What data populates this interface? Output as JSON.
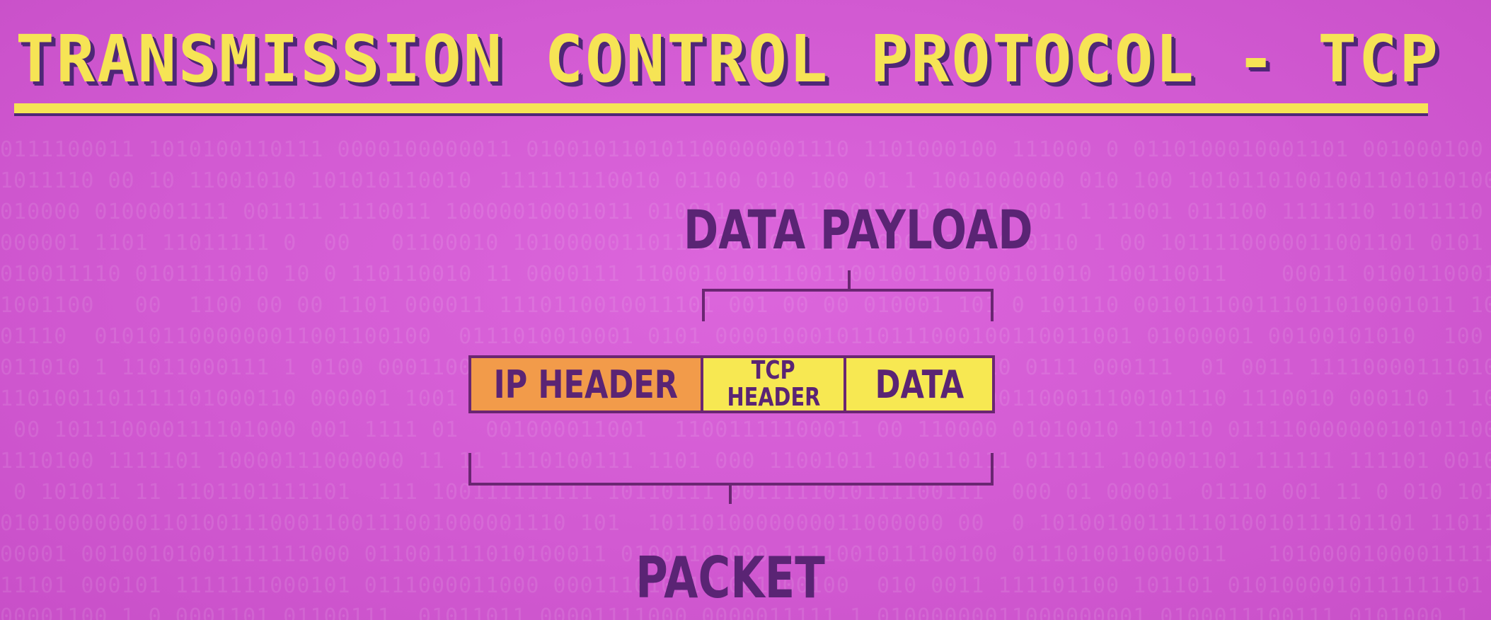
{
  "title": "TRANSMISSION CONTROL PROTOCOL - TCP",
  "diagram": {
    "top_label": "DATA PAYLOAD",
    "bottom_label": "PACKET",
    "segments": [
      {
        "id": "ip",
        "lines": [
          "IP HEADER"
        ]
      },
      {
        "id": "tcp",
        "lines": [
          "TCP",
          "HEADER"
        ]
      },
      {
        "id": "data",
        "lines": [
          "DATA"
        ]
      }
    ]
  },
  "colors": {
    "background": "#d35ad3",
    "title_yellow": "#f6e455",
    "title_shadow": "#4e2777",
    "text_purple": "#5a2474",
    "ip_header_orange": "#f29b4a",
    "tcp_data_yellow": "#f7e852"
  }
}
